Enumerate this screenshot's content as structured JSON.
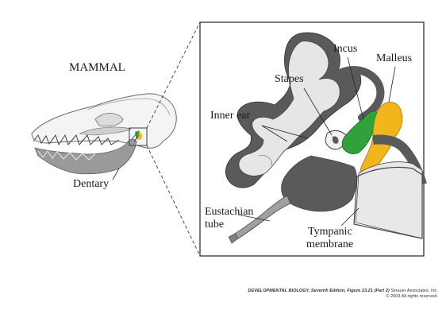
{
  "labels": {
    "mammal": "MAMMAL",
    "dentary": "Dentary",
    "stapes": "Stapes",
    "incus": "Incus",
    "malleus": "Malleus",
    "inner_ear": "Inner ear",
    "eustachian_line1": "Eustachian",
    "eustachian_line2": "tube",
    "tympanic_line1": "Tympanic",
    "tympanic_line2": "membrane"
  },
  "credit": {
    "title": "DEVELOPMENTAL BIOLOGY, Seventh Edition, Figure 23.21 (Part 2)",
    "publisher": "Sinauer Associates, Inc.",
    "copyright": "© 2003 All rights reserved."
  },
  "colors": {
    "incus": "#2fa23a",
    "malleus": "#f2b51c",
    "bone_dark": "#5a5a5a",
    "bone_light": "#e6e6e6",
    "jaw_gray": "#9a9a9a"
  }
}
